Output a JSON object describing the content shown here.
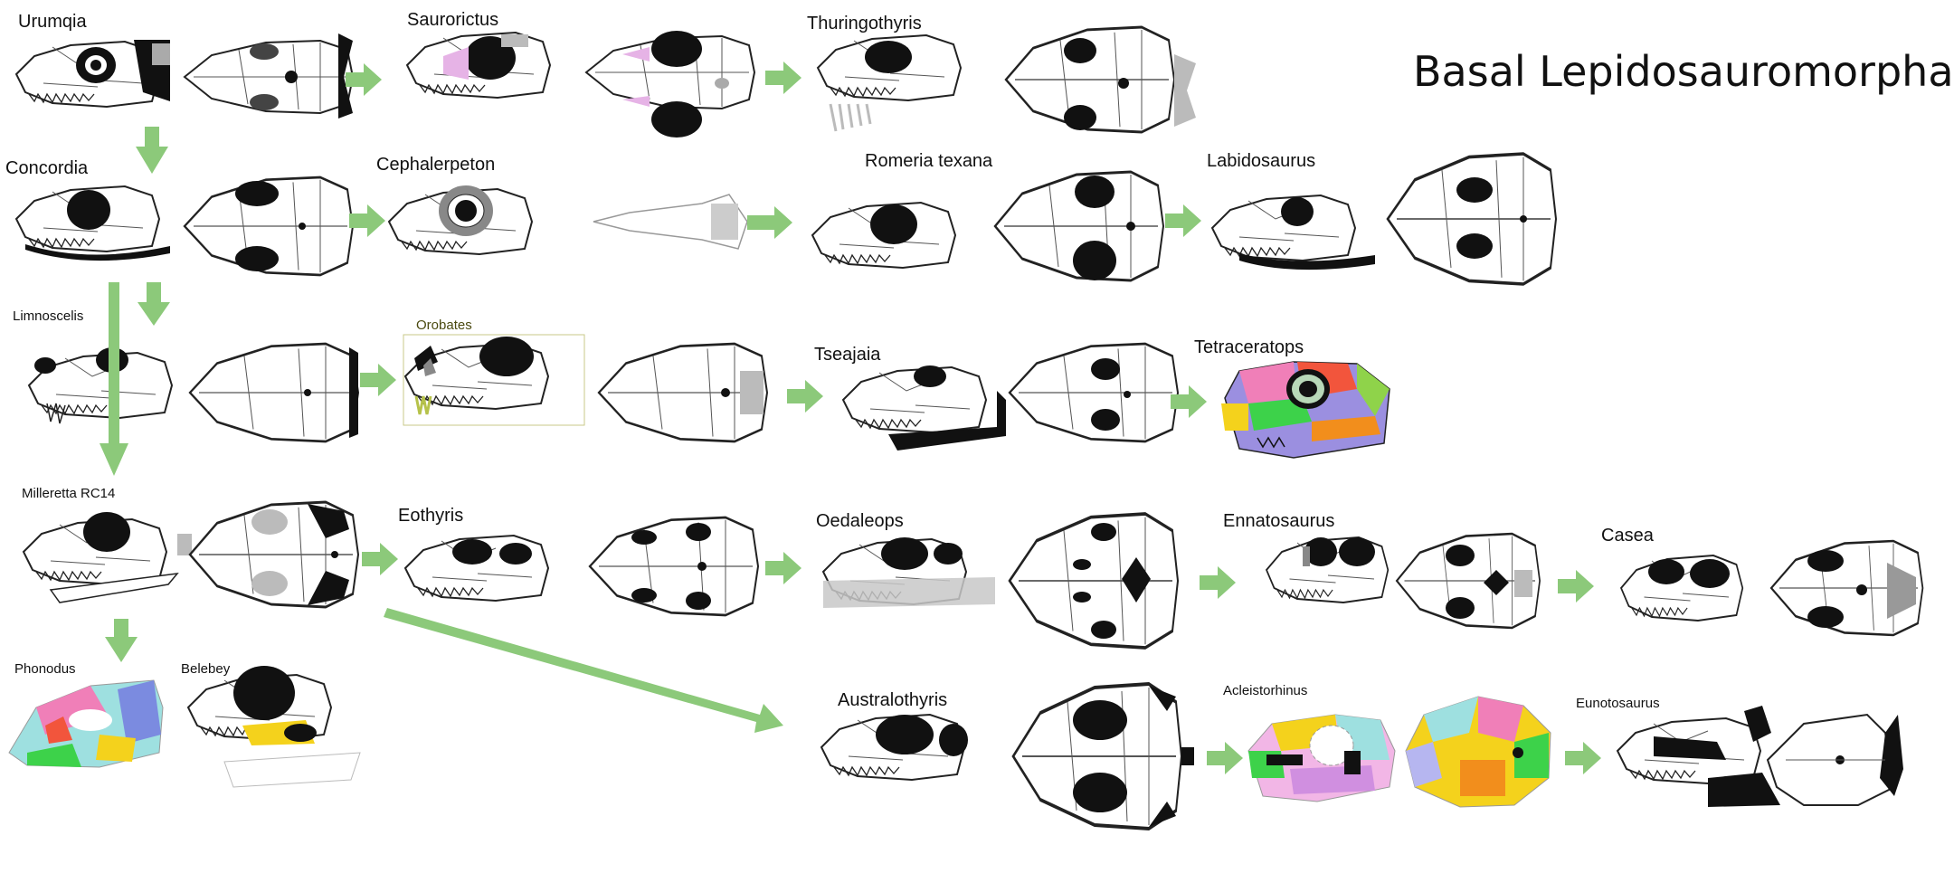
{
  "title": "Basal Lepidosauromorpha",
  "arrow_color": "#8cc97a",
  "taxa": [
    {
      "key": "urumqia",
      "label": "Urumqia"
    },
    {
      "key": "saurorictus",
      "label": "Saurorictus"
    },
    {
      "key": "thuringothyris",
      "label": "Thuringothyris"
    },
    {
      "key": "concordia",
      "label": "Concordia"
    },
    {
      "key": "cephalerpeton",
      "label": "Cephalerpeton"
    },
    {
      "key": "romeria",
      "label": "Romeria texana"
    },
    {
      "key": "labidosaurus",
      "label": "Labidosaurus"
    },
    {
      "key": "limnoscelis",
      "label": "Limnoscelis"
    },
    {
      "key": "orobates",
      "label": "Orobates"
    },
    {
      "key": "tseajaia",
      "label": "Tseajaia"
    },
    {
      "key": "tetraceratops",
      "label": "Tetraceratops"
    },
    {
      "key": "milleretta",
      "label": "Milleretta RC14"
    },
    {
      "key": "eothyris",
      "label": "Eothyris"
    },
    {
      "key": "oedaleops",
      "label": "Oedaleops"
    },
    {
      "key": "ennatosaurus",
      "label": "Ennatosaurus"
    },
    {
      "key": "casea",
      "label": "Casea"
    },
    {
      "key": "phonodus",
      "label": "Phonodus"
    },
    {
      "key": "belebey",
      "label": "Belebey"
    },
    {
      "key": "australothyris",
      "label": "Australothyris"
    },
    {
      "key": "acleistorhinus",
      "label": "Acleistorhinus"
    },
    {
      "key": "eunotosaurus",
      "label": "Eunotosaurus"
    }
  ]
}
